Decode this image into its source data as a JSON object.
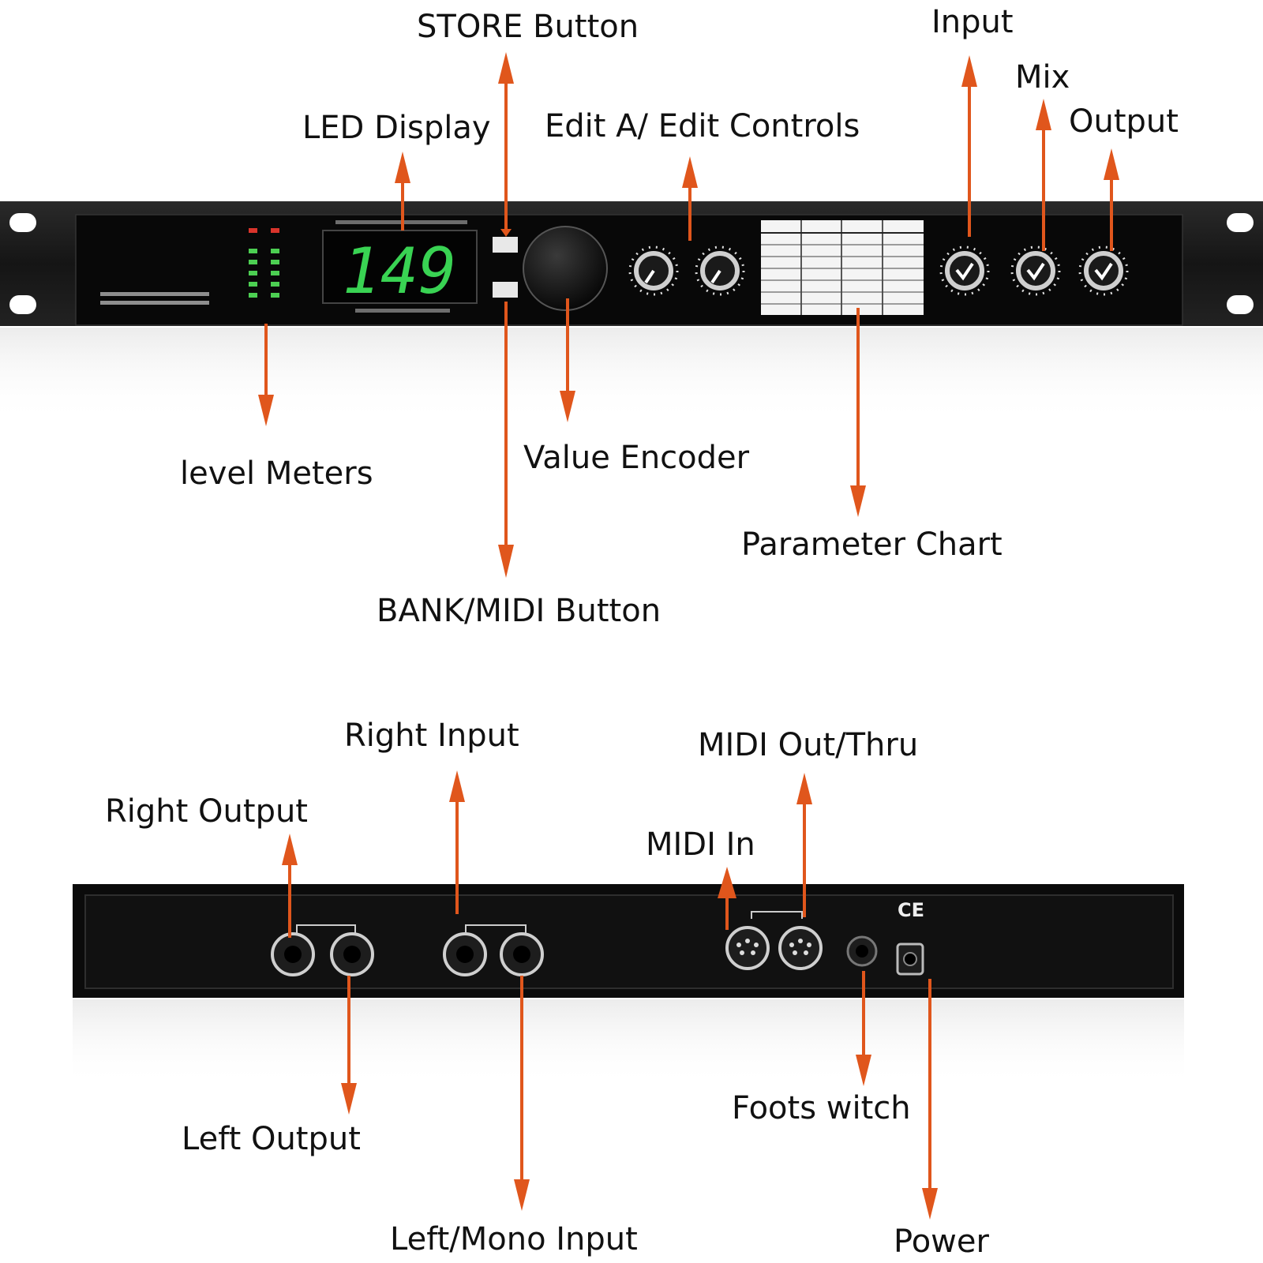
{
  "front_panel": {
    "display_value": "149",
    "callouts": {
      "store_button": "STORE Button",
      "led_display": "LED Display",
      "edit_controls": "Edit A/ Edit Controls",
      "input": "Input",
      "mix": "Mix",
      "output": "Output",
      "level_meters": "level Meters",
      "value_encoder": "Value Encoder",
      "parameter_chart": "Parameter Chart",
      "bank_midi_button": "BANK/MIDI Button"
    }
  },
  "rear_panel": {
    "callouts": {
      "right_input": "Right Input",
      "right_output": "Right Output",
      "midi_out_thru": "MIDI Out/Thru",
      "midi_in": "MIDI In",
      "left_output": "Left Output",
      "footswitch": "Foots witch",
      "left_mono_input": "Left/Mono Input",
      "power": "Power"
    },
    "ce_mark": "CE"
  },
  "colors": {
    "arrow": "#e0561c",
    "chassis": "#0d0d0d",
    "display_digits": "#39d353",
    "meter_green": "#4ccf52",
    "meter_red": "#d9342b"
  }
}
